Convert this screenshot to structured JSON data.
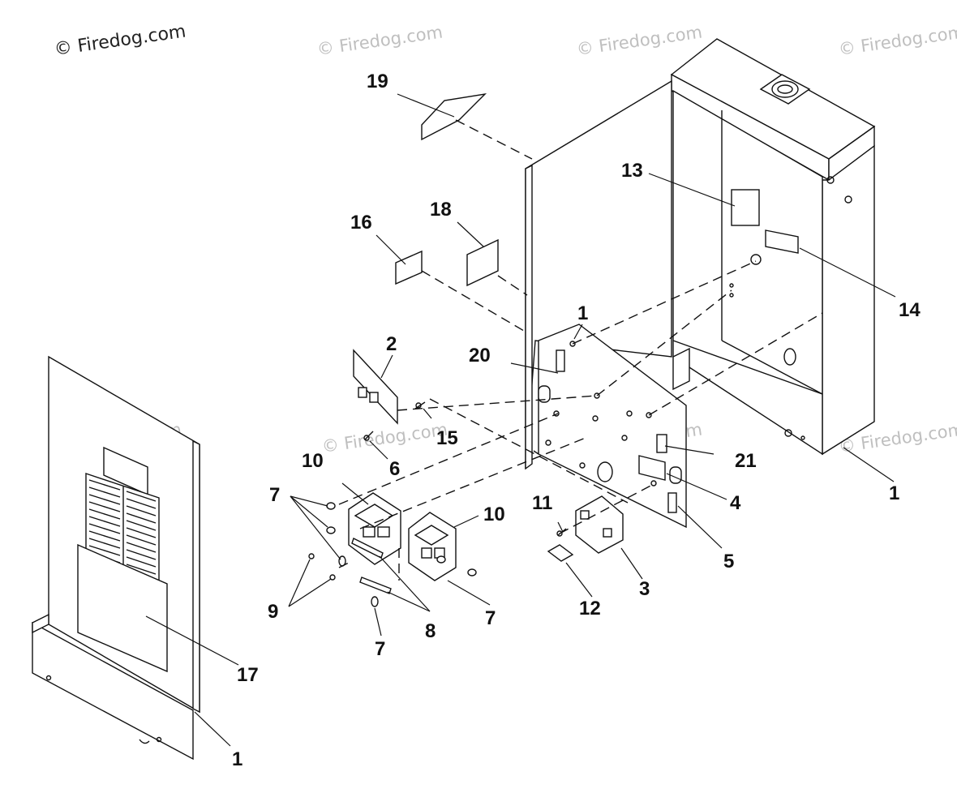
{
  "watermark": {
    "primary": "© Firedog.com",
    "faint": "© Firedog.com"
  },
  "callouts": {
    "c1_panel": "1",
    "c1_box": "1",
    "c1_cover": "1",
    "c2": "2",
    "c3": "3",
    "c4": "4",
    "c5": "5",
    "c6": "6",
    "c7_a": "7",
    "c7_b": "7",
    "c7_c": "7",
    "c8": "8",
    "c9": "9",
    "c10_a": "10",
    "c10_b": "10",
    "c11": "11",
    "c12": "12",
    "c13": "13",
    "c14": "14",
    "c15": "15",
    "c16": "16",
    "c17": "17",
    "c18": "18",
    "c19": "19",
    "c20": "20",
    "c21": "21"
  }
}
